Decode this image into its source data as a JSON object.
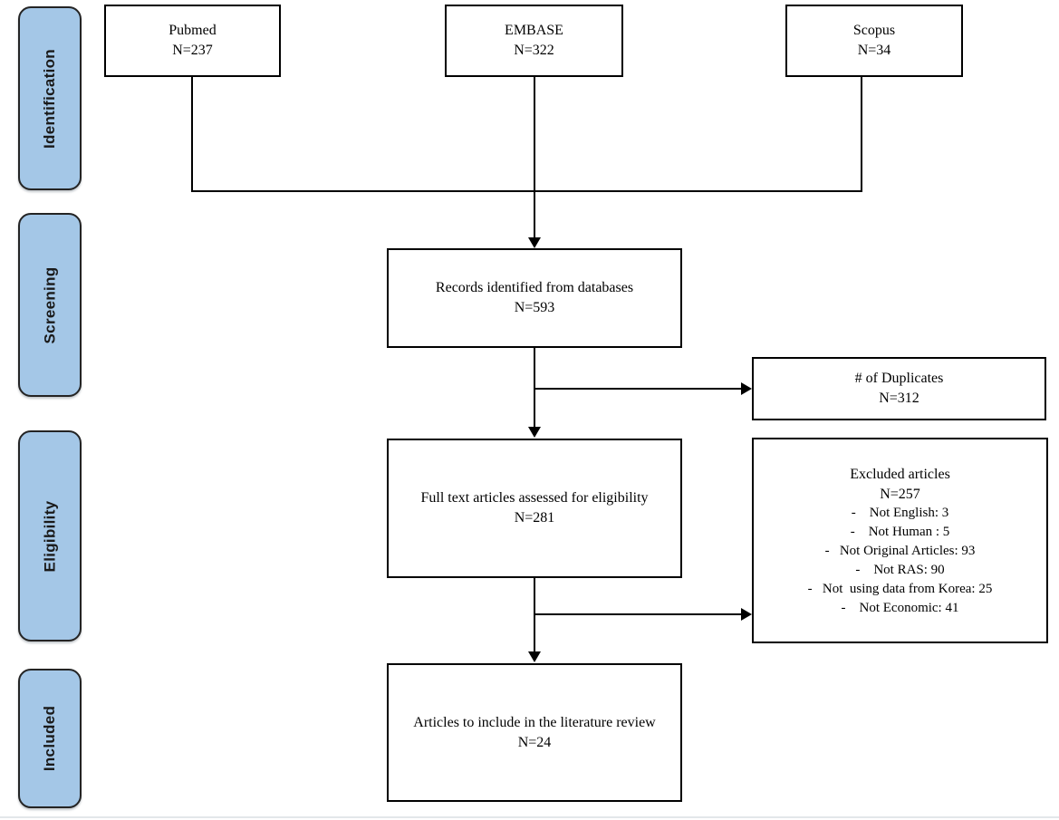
{
  "stages": [
    {
      "label": "Identification"
    },
    {
      "label": "Screening"
    },
    {
      "label": "Eligibility"
    },
    {
      "label": "Included"
    }
  ],
  "boxes": {
    "pubmed": {
      "label": "Pubmed",
      "n": "N=237"
    },
    "embase": {
      "label": "EMBASE",
      "n": "N=322"
    },
    "scopus": {
      "label": "Scopus",
      "n": "N=34"
    },
    "records": {
      "label": "Records identified from databases",
      "n": "N=593"
    },
    "duplicates": {
      "label": "# of Duplicates",
      "n": "N=312"
    },
    "fulltext": {
      "label": "Full text articles assessed for eligibility",
      "n": "N=281"
    },
    "excluded": {
      "label": "Excluded articles",
      "n": "N=257",
      "items": [
        "-    Not English: 3",
        "-    Not Human : 5",
        "-   Not Original Articles: 93",
        "-    Not RAS: 90",
        "-   Not  using data from Korea: 25",
        "-    Not Economic: 41"
      ]
    },
    "included": {
      "label": "Articles to include in the literature review",
      "n": "N=24"
    }
  },
  "colors": {
    "stage_fill": "#a4c7e7",
    "stage_border": "#242424",
    "box_border": "#000000",
    "line": "#000000"
  }
}
